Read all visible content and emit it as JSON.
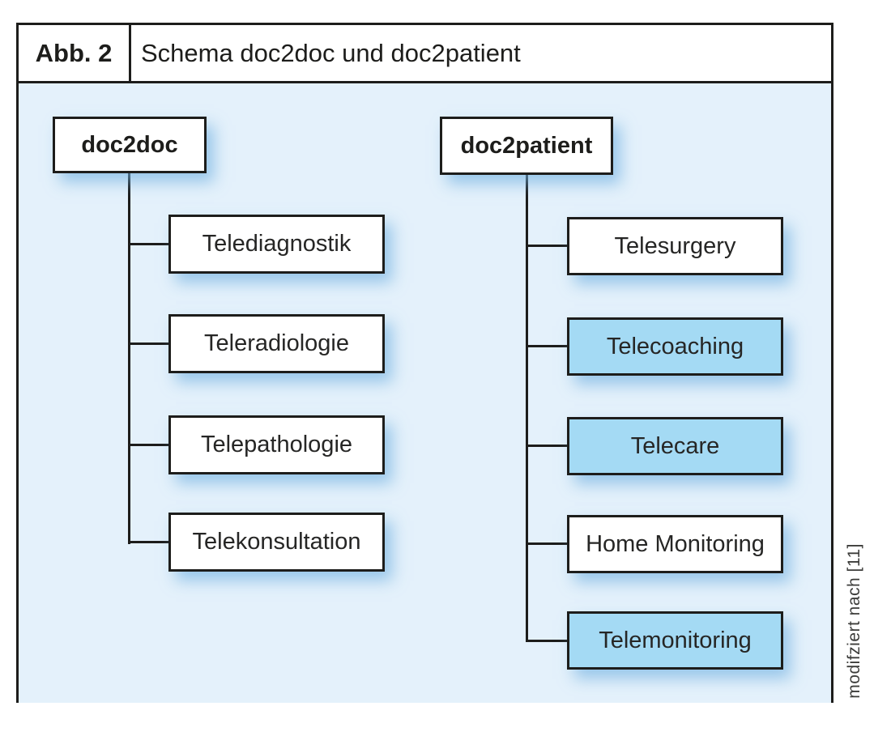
{
  "figure": {
    "label": "Abb. 2",
    "title": "Schema doc2doc und doc2patient",
    "source_note": "modifziert nach [11]"
  },
  "diagram": {
    "doc2doc": {
      "root": "doc2doc",
      "children": [
        {
          "label": "Telediagnostik",
          "highlighted": false
        },
        {
          "label": "Teleradiologie",
          "highlighted": false
        },
        {
          "label": "Telepathologie",
          "highlighted": false
        },
        {
          "label": "Telekonsultation",
          "highlighted": false
        }
      ]
    },
    "doc2patient": {
      "root": "doc2patient",
      "children": [
        {
          "label": "Telesurgery",
          "highlighted": false
        },
        {
          "label": "Telecoaching",
          "highlighted": true
        },
        {
          "label": "Telecare",
          "highlighted": true
        },
        {
          "label": "Home Monitoring",
          "highlighted": false
        },
        {
          "label": "Telemonitoring",
          "highlighted": true
        }
      ]
    }
  },
  "colors": {
    "panel_background": "#e4f1fb",
    "highlight_fill": "#a4daf4",
    "node_fill": "#ffffff",
    "border": "#1d1d1b"
  }
}
